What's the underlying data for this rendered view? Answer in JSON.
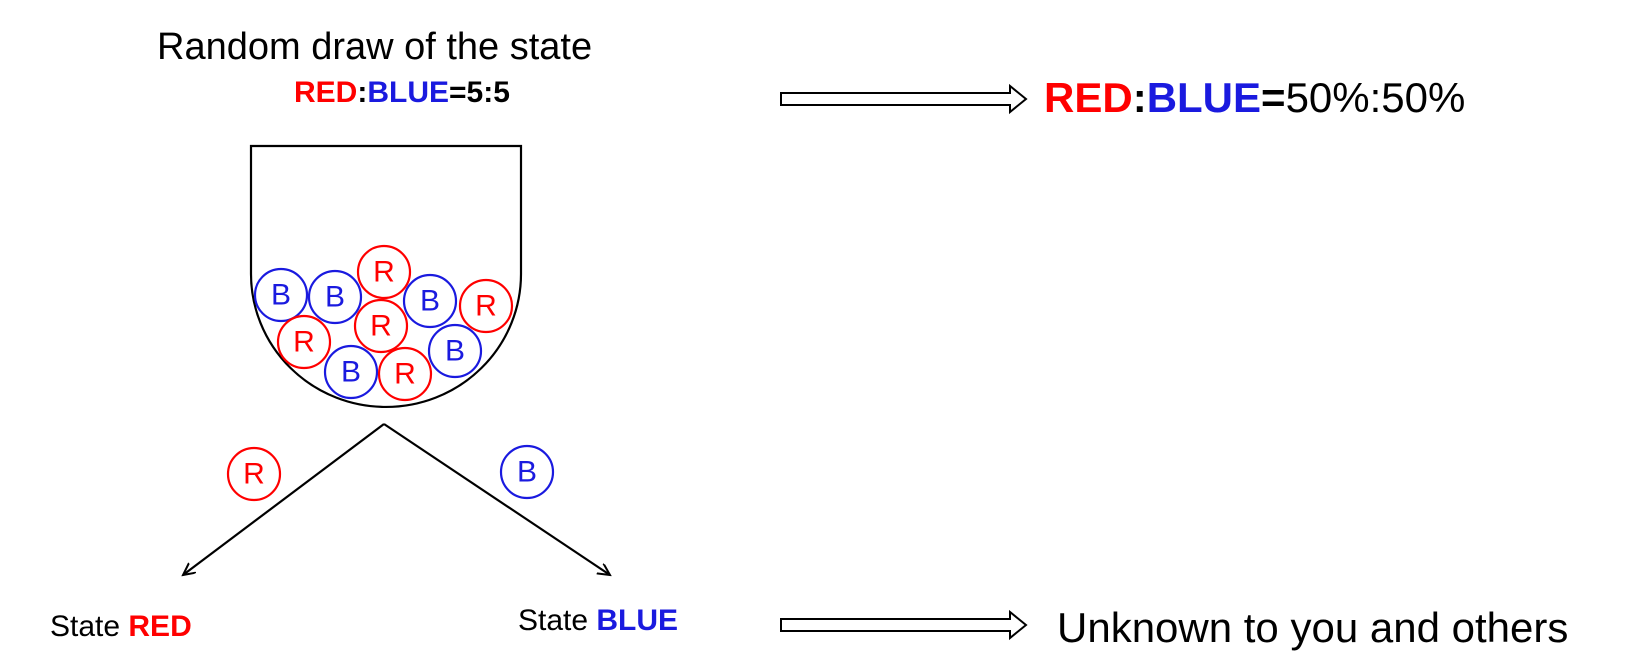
{
  "title": "Random draw of the state",
  "prior_ratio": {
    "red": "RED",
    "sep": ":",
    "blue": "BLUE",
    "rest": "=5:5"
  },
  "posterior": {
    "red": "RED",
    "sep": ":",
    "blue": "BLUE",
    "eq": "=",
    "rest": "50%:50%"
  },
  "states": {
    "left_prefix": "State ",
    "left_name": "RED",
    "right_prefix": "State ",
    "right_name": "BLUE"
  },
  "unknown_text": "Unknown to you and others",
  "urn_balls": [
    "B",
    "B",
    "R",
    "B",
    "R",
    "R",
    "R",
    "B",
    "B",
    "R"
  ],
  "drawn_left_ball": "R",
  "drawn_right_ball": "B",
  "colors": {
    "red": "#ff0000",
    "blue": "#1a1adf"
  }
}
